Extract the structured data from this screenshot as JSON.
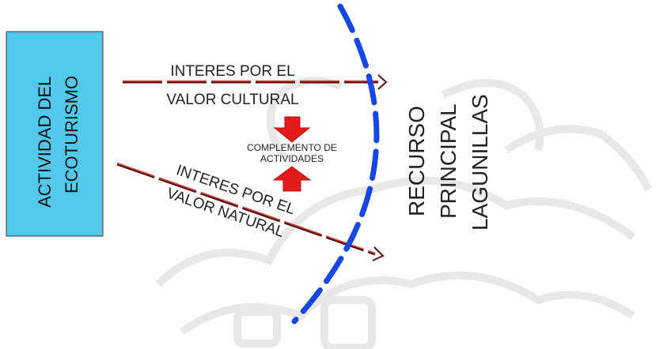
{
  "activity_box": {
    "line1": "ACTIVIDAD DEL",
    "line2": "ECOTURISMO",
    "fill": "#53C8EC"
  },
  "top_arrow": {
    "line1": "INTERES POR EL",
    "line2": "VALOR CULTURAL"
  },
  "bottom_arrow": {
    "line1": "INTERES POR EL",
    "line2": "VALOR NATURAL"
  },
  "complement": {
    "line1": "COMPLEMENTO DE",
    "line2": "ACTIVIDADES",
    "arrow_color": "#E41B1B"
  },
  "resource": {
    "line1": "RECURSO",
    "line2": "PRINCIPAL",
    "line3": "LAGUNILLAS"
  },
  "colors": {
    "boundary_arc": "#1447E6",
    "arrow_red": "#C62828",
    "arrow_dark": "#5A1010",
    "watermark": "#E6E6E6"
  },
  "icons": [
    "down-arrow-icon",
    "up-arrow-icon",
    "arrowhead-icon"
  ]
}
